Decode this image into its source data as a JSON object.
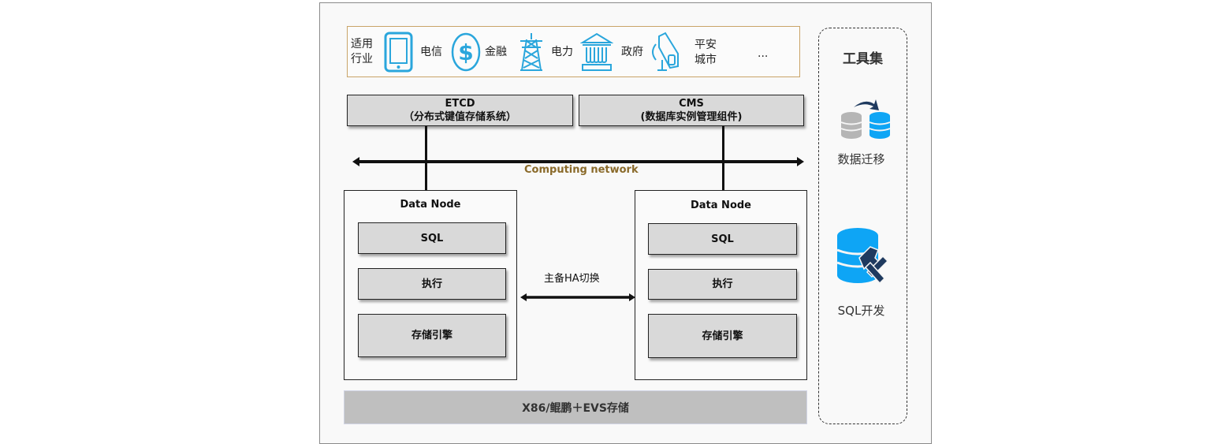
{
  "industries": {
    "heading_line1": "适用",
    "heading_line2": "行业",
    "items": [
      {
        "icon": "tablet-icon",
        "label": "电信"
      },
      {
        "icon": "dollar-coin-icon",
        "label": "金融"
      },
      {
        "icon": "power-tower-icon",
        "label": "电力"
      },
      {
        "icon": "government-building-icon",
        "label": "政府"
      },
      {
        "icon": "surveillance-camera-icon",
        "label_line1": "平安",
        "label_line2": "城市"
      }
    ],
    "more": "..."
  },
  "services": {
    "etcd": {
      "title": "ETCD",
      "subtitle": "（分布式键值存储系统）"
    },
    "cms": {
      "title": "CMS",
      "subtitle": "(数据库实例管理组件)"
    }
  },
  "network": {
    "label": "Computing network"
  },
  "data_nodes": [
    {
      "title": "Data Node",
      "layers": [
        "SQL",
        "执行",
        "存储引擎"
      ]
    },
    {
      "title": "Data Node",
      "layers": [
        "SQL",
        "执行",
        "存储引擎"
      ]
    }
  ],
  "ha": {
    "label": "主备HA切换"
  },
  "infrastructure": {
    "label": "X86/鲲鹏＋EVS存储"
  },
  "toolset": {
    "title": "工具集",
    "tools": [
      {
        "icon": "data-migration-icon",
        "label": "数据迁移"
      },
      {
        "icon": "sql-dev-icon",
        "label": "SQL开发"
      }
    ]
  },
  "colors": {
    "icon_blue": "#2aa6dc",
    "network_label": "#8a6a2a",
    "industry_border": "#c9a468",
    "box_gray": "#d9d9d9",
    "base_gray": "#bfbfbf",
    "db_blue": "#0ea5f5",
    "db_navy": "#1f3a5f"
  }
}
